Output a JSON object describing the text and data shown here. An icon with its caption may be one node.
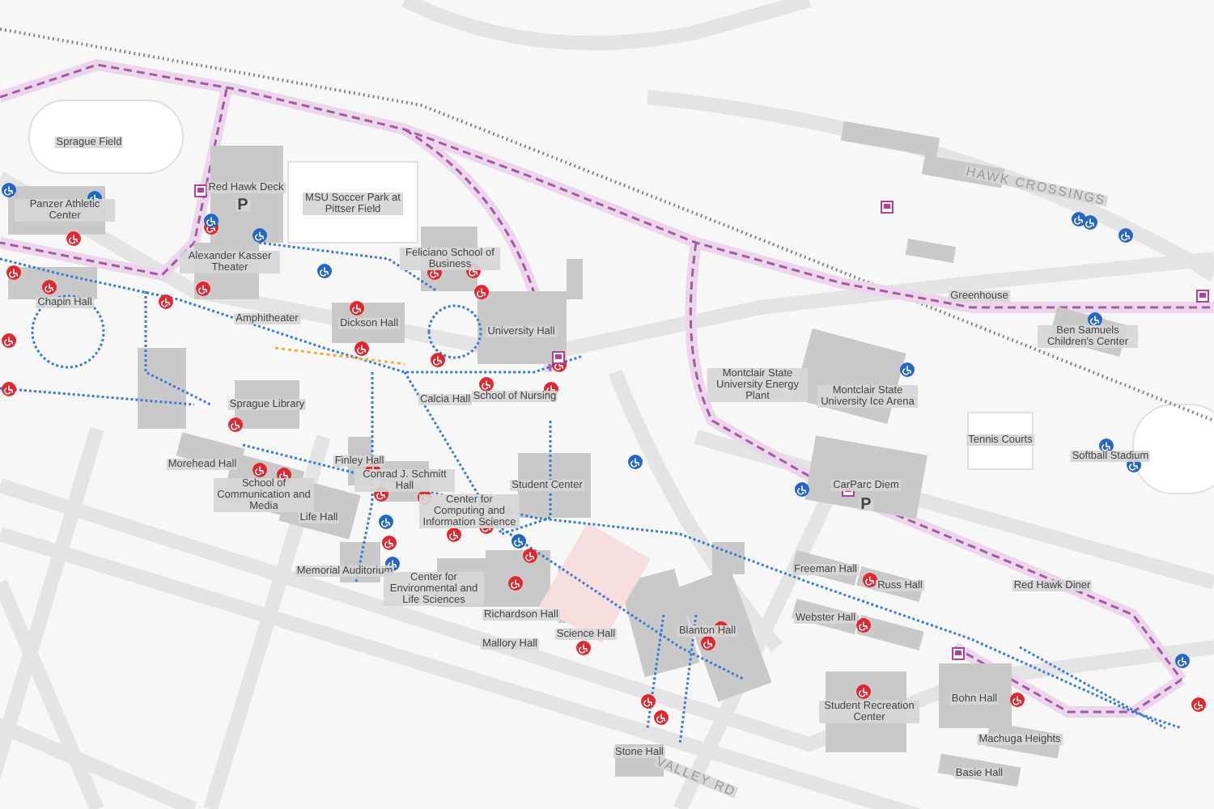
{
  "diagram": {
    "labels": [
      "Sprague Field",
      "Panzer Athletic Center",
      "Red Hawk Deck",
      "P",
      "MSU Soccer Park at Pittser Field",
      "Alexander Kasser Theater",
      "Chapin Hall",
      "Amphitheater",
      "Dickson Hall",
      "Feliciano School of Business",
      "University Hall",
      "Calcia Hall",
      "School of Nursing",
      "Sprague Library",
      "Morehead Hall",
      "School of Communication and Media",
      "Life Hall",
      "Finley Hall",
      "Conrad J. Schmitt Hall",
      "Student Center",
      "Memorial Auditorium",
      "Center for Computing and Information Science",
      "Center for Environmental and Life Sciences",
      "Richardson Hall",
      "Science Hall",
      "Mallory Hall",
      "Blanton Hall",
      "Stone Hall",
      "VALLEY RD",
      "HAWK CROSSINGS",
      "Greenhouse",
      "Ben Samuels Children's Center",
      "Montclair State University Ice Arena",
      "Montclair State University Energy Plant",
      "Tennis Courts",
      "Softball Stadium",
      "CarParc Diem",
      "P",
      "Freeman Hall",
      "Russ Hall",
      "Webster Hall",
      "Red Hawk Diner",
      "Student Recreation Center",
      "Bohn Hall",
      "Machuga Heights",
      "Basie Hall"
    ]
  }
}
